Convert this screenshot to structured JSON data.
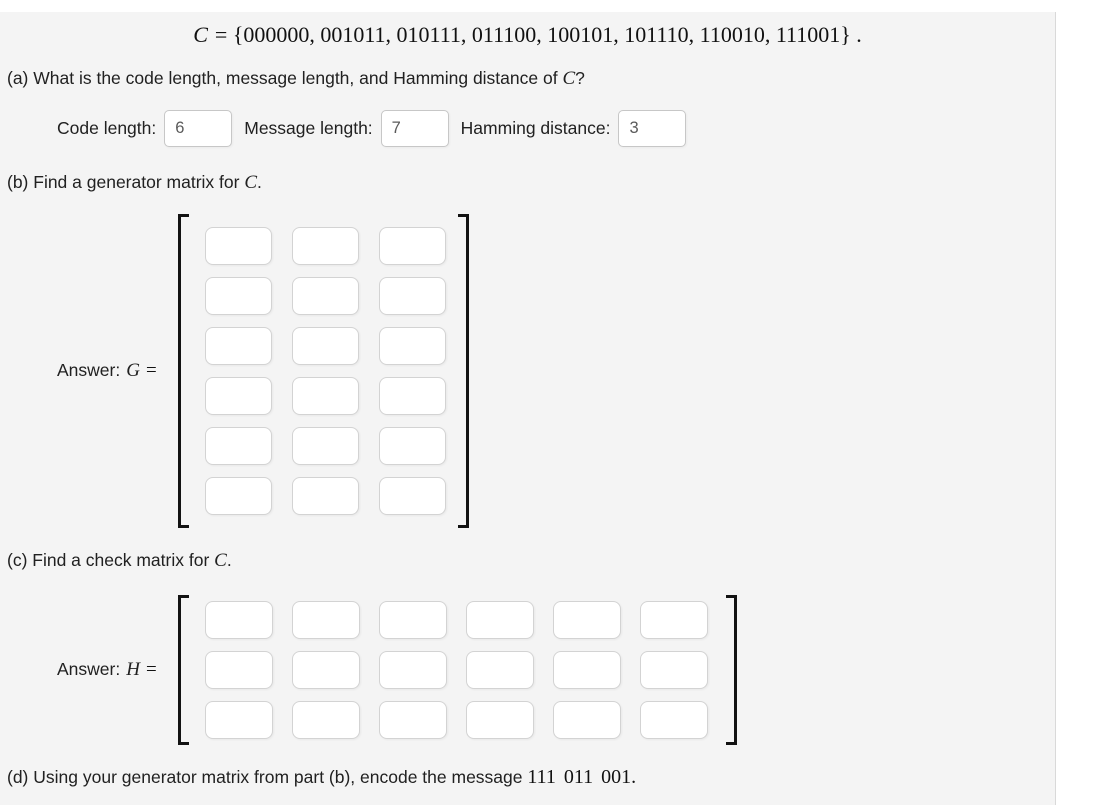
{
  "formula": {
    "var": "C",
    "rest": "= {000000, 001011, 010111, 011100, 100101, 101110, 110010, 111001} ."
  },
  "part_a": {
    "prefix": "(a) What is the code length, message length, and Hamming distance of ",
    "var": "C",
    "suffix": "?",
    "fields": [
      {
        "label": "Code length:",
        "value": "6"
      },
      {
        "label": "Message length:",
        "value": "7"
      },
      {
        "label": "Hamming distance:",
        "value": "3"
      }
    ]
  },
  "part_b": {
    "prefix": "(b) Find a generator matrix for ",
    "var": "C",
    "suffix": ".",
    "answer_label": "Answer:",
    "matrix_var": "G",
    "equals": "=",
    "matrix": {
      "rows": 6,
      "cols": 3
    }
  },
  "part_c": {
    "prefix": "(c) Find a check matrix for ",
    "var": "C",
    "suffix": ".",
    "answer_label": "Answer:",
    "matrix_var": "H",
    "equals": "=",
    "matrix": {
      "rows": 3,
      "cols": 6
    }
  },
  "part_d": {
    "prefix": "(d) Using your generator matrix from part (b), encode the message ",
    "message": "111 011 001",
    "suffix": "."
  }
}
